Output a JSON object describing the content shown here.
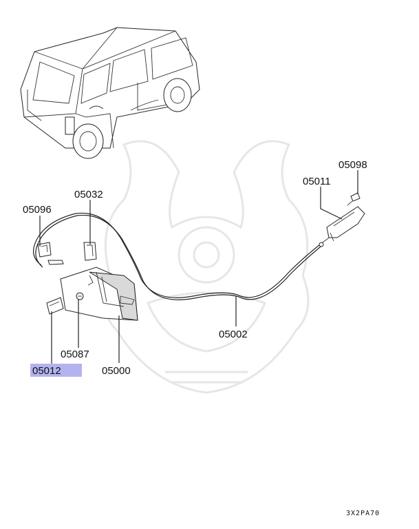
{
  "diagram": {
    "callouts": {
      "c05098": "05098",
      "c05011": "05011",
      "c05032": "05032",
      "c05096": "05096",
      "c05002": "05002",
      "c05087": "05087",
      "c05000": "05000",
      "c05012": "05012"
    },
    "highlighted_part": "05012",
    "highlight_color": "#b3b3f0",
    "diagram_code": "3X2PA70",
    "watermark": "samurai-helmet-watermark"
  }
}
